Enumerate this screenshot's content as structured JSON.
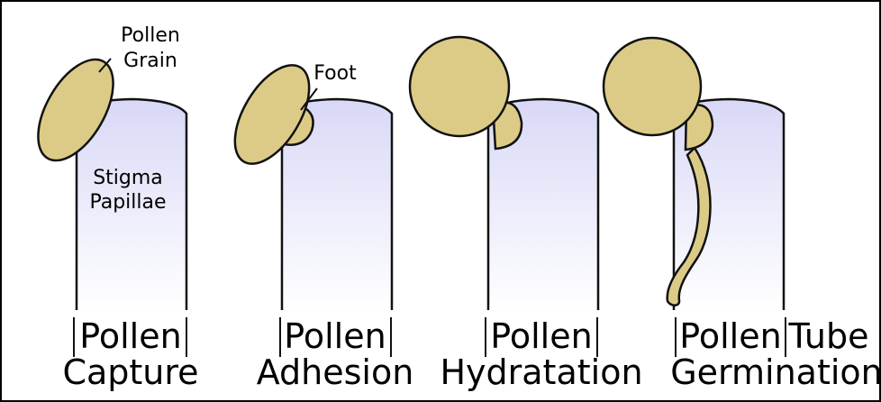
{
  "colors": {
    "pollen_fill": "#dccb86",
    "papilla_top": "#d8d8f7",
    "papilla_bottom": "#ffffff",
    "outline": "#111111"
  },
  "panels": [
    {
      "caption_line1": "Pollen",
      "caption_line2": "Capture",
      "labels": {
        "pollen_grain_line1": "Pollen",
        "pollen_grain_line2": "Grain",
        "stigma_line1": "Stigma",
        "stigma_line2": "Papillae"
      }
    },
    {
      "caption_line1": "Pollen",
      "caption_line2": "Adhesion",
      "labels": {
        "foot": "Foot"
      }
    },
    {
      "caption_line1": "Pollen",
      "caption_line2": "Hydratation"
    },
    {
      "caption_line1": "Pollen",
      "caption_line1b": "Tube",
      "caption_line2": "Germination"
    }
  ]
}
